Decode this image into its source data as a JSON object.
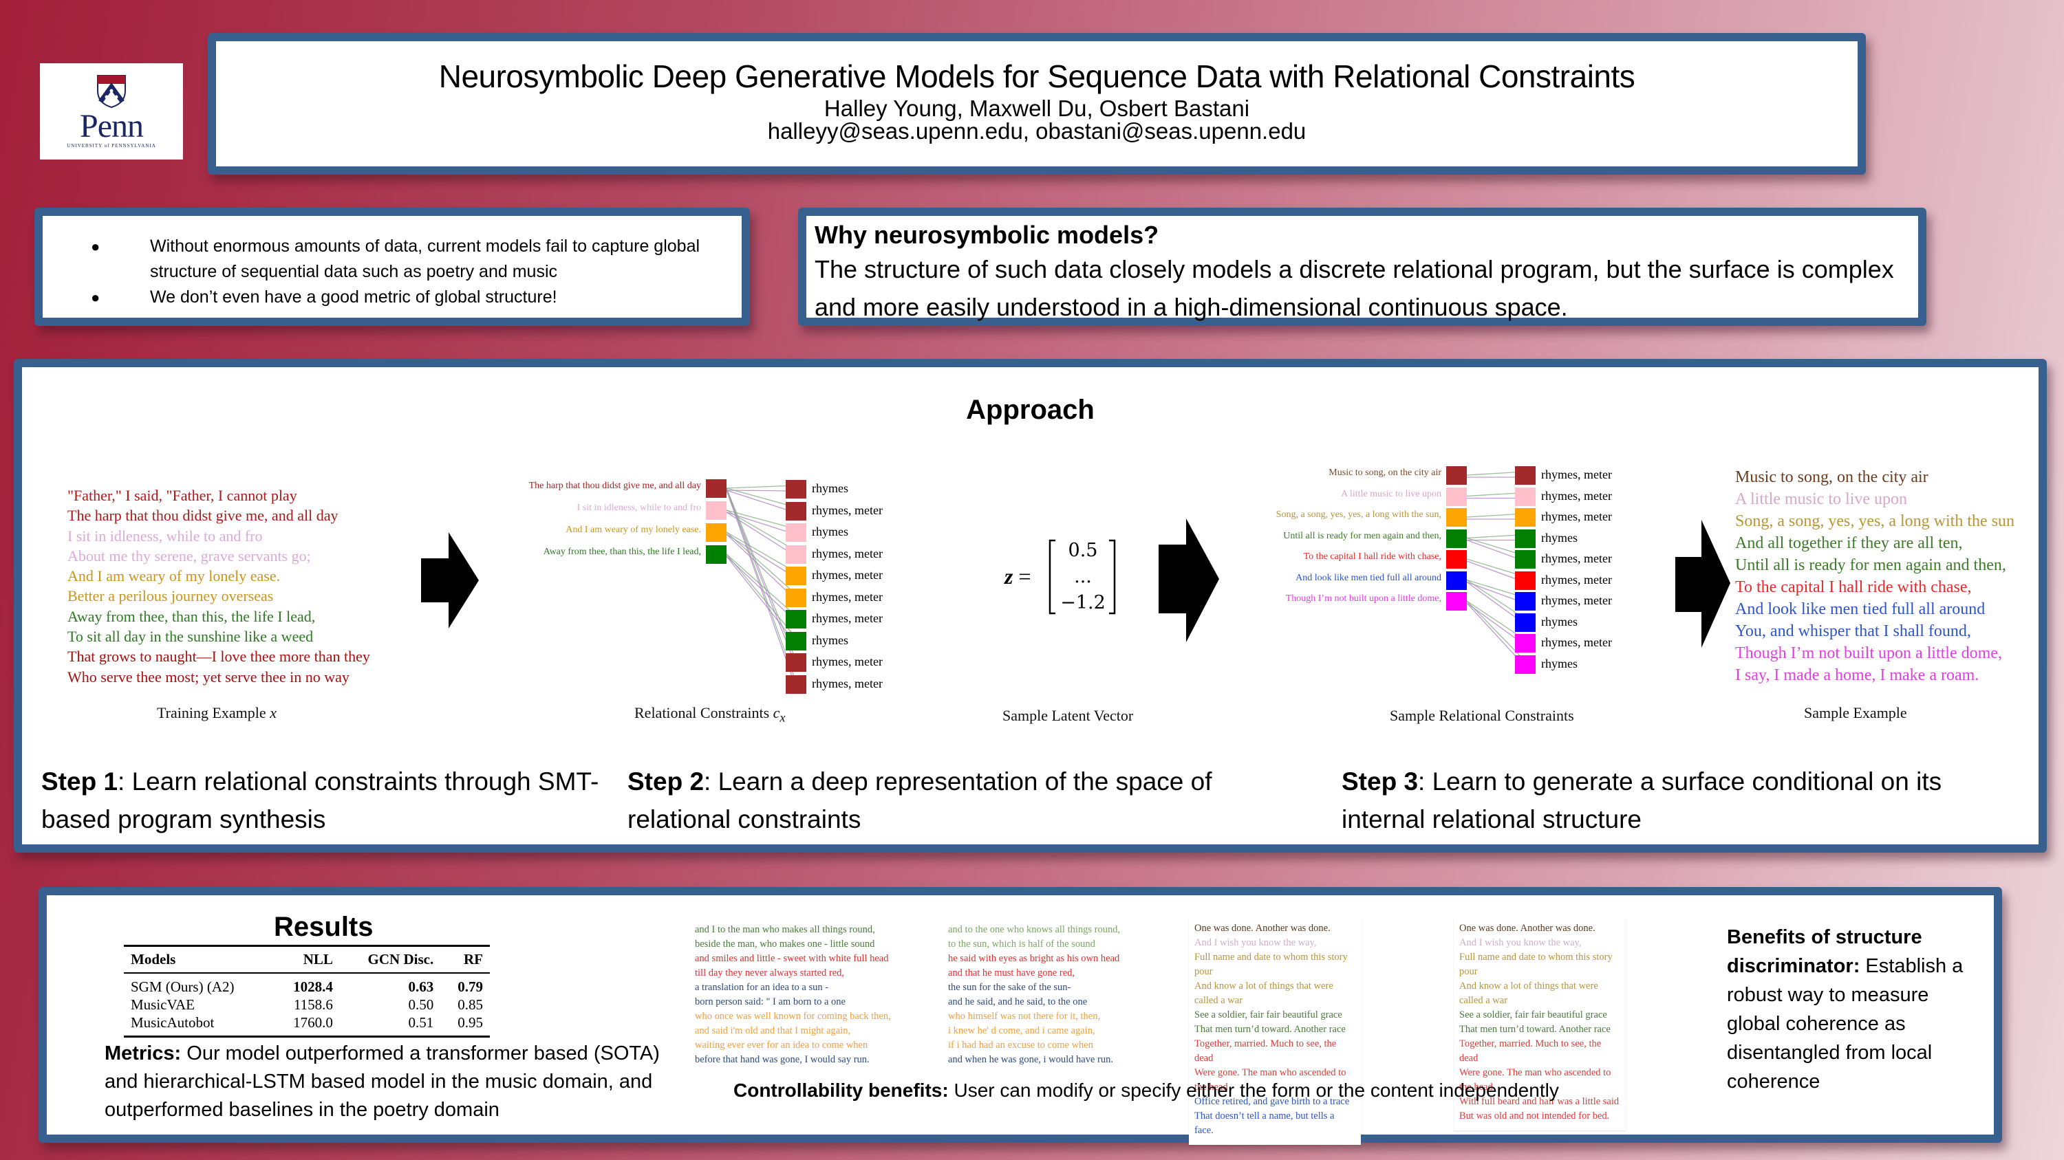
{
  "logo": {
    "wordmark": "Penn",
    "subtitle": "UNIVERSITY of PENNSYLVANIA",
    "colors": {
      "navy": "#1a2763",
      "red": "#a3172d"
    }
  },
  "header": {
    "title": "Neurosymbolic Deep Generative Models for Sequence Data with Relational Constraints",
    "authors": "Halley Young, Maxwell Du, Osbert Bastani",
    "emails": "halleyy@seas.upenn.edu, obastani@seas.upenn.edu"
  },
  "intro": {
    "bullet_glyph": "●",
    "bullets": [
      "Without enormous amounts of data, current models fail to capture global structure of sequential data such as poetry and music",
      "We don’t even have a good metric of global structure!"
    ]
  },
  "why": {
    "heading": "Why neurosymbolic models?",
    "body": "The structure of such data closely models a discrete relational program, but the surface is complex and more easily understood in a high-dimensional continuous space."
  },
  "approach": {
    "title": "Approach",
    "training_example": {
      "caption": "Training Example",
      "caption_var": "x",
      "lines": [
        {
          "text": "\"Father,\" I said, \"Father, I cannot play",
          "color": "#b01818"
        },
        {
          "text": "The harp that thou didst give me, and all day",
          "color": "#b01818"
        },
        {
          "text": "I sit in idleness, while to and fro",
          "color": "#dcaad8"
        },
        {
          "text": "About me thy serene, grave servants go;",
          "color": "#dcaad8"
        },
        {
          "text": "And I am weary of my lonely ease.",
          "color": "#c9961c"
        },
        {
          "text": "Better a perilous journey overseas",
          "color": "#c9961c"
        },
        {
          "text": "Away from thee, than this, the life I lead,",
          "color": "#2d7a22"
        },
        {
          "text": "To sit all day in the sunshine like a weed",
          "color": "#2d7a22"
        },
        {
          "text": "That grows to naught—I love thee more than they",
          "color": "#a80f0f"
        },
        {
          "text": "Who serve thee most; yet serve thee in no way",
          "color": "#a80f0f"
        }
      ]
    },
    "relational_constraints": {
      "caption": "Relational Constraints",
      "caption_var": "c",
      "caption_sub": "x",
      "left_lines": [
        {
          "text": "The harp that thou didst give me, and all day",
          "color": "#a82222",
          "square": "#a32a2a"
        },
        {
          "text": "I sit in idleness, while to and fro",
          "color": "#dcaad8",
          "square": "#ffc0cb"
        },
        {
          "text": "And I am weary of my lonely ease.",
          "color": "#c9961c",
          "square": "#ffa500"
        },
        {
          "text": "Away from thee, than this, the life I lead,",
          "color": "#2d7a22",
          "square": "#007f00"
        }
      ],
      "right_items": [
        {
          "label": "rhymes",
          "square": "#a32a2a"
        },
        {
          "label": "rhymes, meter",
          "square": "#a32a2a"
        },
        {
          "label": "rhymes",
          "square": "#ffc0cb"
        },
        {
          "label": "rhymes, meter",
          "square": "#ffc0cb"
        },
        {
          "label": "rhymes, meter",
          "square": "#ffa500"
        },
        {
          "label": "rhymes, meter",
          "square": "#ffa500"
        },
        {
          "label": "rhymes, meter",
          "square": "#007f00"
        },
        {
          "label": "rhymes",
          "square": "#007f00"
        },
        {
          "label": "rhymes, meter",
          "square": "#a32a2a"
        },
        {
          "label": "rhymes, meter",
          "square": "#a32a2a"
        }
      ]
    },
    "latent_vector": {
      "caption": "Sample Latent Vector",
      "var": "z",
      "values": [
        "0.5",
        "...",
        "−1.2"
      ]
    },
    "sample_constraints": {
      "caption": "Sample Relational Constraints",
      "left_lines": [
        {
          "text": "Music to song, on the city air",
          "color": "#7a4a2a",
          "square": "#a32a2a"
        },
        {
          "text": "A little music to live upon",
          "color": "#d8a8c8",
          "square": "#ffc0cb"
        },
        {
          "text": "Song, a song, yes, yes, a long with the sun,",
          "color": "#b8953a",
          "square": "#ffa500"
        },
        {
          "text": "Until all is ready for men again and then,",
          "color": "#3d7a2a",
          "square": "#007f00"
        },
        {
          "text": "To the capital I hall ride with chase,",
          "color": "#e82a2a",
          "square": "#ff0000"
        },
        {
          "text": "And look like men tied full all around",
          "color": "#2d55c8",
          "square": "#0000ff"
        },
        {
          "text": "Though I’m not built upon a little dome,",
          "color": "#e040e0",
          "square": "#ff00ff"
        }
      ],
      "right_items": [
        {
          "label": "rhymes, meter",
          "square": "#a32a2a"
        },
        {
          "label": "rhymes, meter",
          "square": "#ffc0cb"
        },
        {
          "label": "rhymes, meter",
          "square": "#ffa500"
        },
        {
          "label": "rhymes",
          "square": "#007f00"
        },
        {
          "label": "rhymes, meter",
          "square": "#007f00"
        },
        {
          "label": "rhymes, meter",
          "square": "#ff0000"
        },
        {
          "label": "rhymes, meter",
          "square": "#0000ff"
        },
        {
          "label": "rhymes",
          "square": "#0000ff"
        },
        {
          "label": "rhymes, meter",
          "square": "#ff00ff"
        },
        {
          "label": "rhymes",
          "square": "#ff00ff"
        }
      ]
    },
    "sample_example": {
      "caption": "Sample Example",
      "lines": [
        {
          "text": "Music to song, on the city air",
          "color": "#6b3d1e"
        },
        {
          "text": "A little music to live upon",
          "color": "#d8a8c8"
        },
        {
          "text": "Song, a song, yes, yes, a long with the sun",
          "color": "#b8953a"
        },
        {
          "text": "And all together if they are all ten,",
          "color": "#3d7a2a"
        },
        {
          "text": "Until all is ready for men again and then,",
          "color": "#3d7a2a"
        },
        {
          "text": "To the capital I hall ride with chase,",
          "color": "#e82a2a"
        },
        {
          "text": "And look like men tied full all around",
          "color": "#2d55c8"
        },
        {
          "text": "You, and whisper that I shall found,",
          "color": "#2d55c8"
        },
        {
          "text": "Though I’m not built upon a little dome,",
          "color": "#e040e0"
        },
        {
          "text": "I say, I made a home, I make a roam.",
          "color": "#e040e0"
        }
      ]
    },
    "steps": [
      {
        "label": "Step 1",
        "text": ": Learn relational constraints through SMT-based program synthesis"
      },
      {
        "label": "Step 2",
        "text": ": Learn a deep representation of the space of relational constraints"
      },
      {
        "label": "Step 3",
        "text": ": Learn to generate a surface conditional on its internal relational structure"
      }
    ]
  },
  "results": {
    "title": "Results",
    "table": {
      "columns": [
        "Models",
        "NLL",
        "GCN Disc.",
        "RF"
      ],
      "rows": [
        {
          "cells": [
            "SGM (Ours) (A2)",
            "1028.4",
            "0.63",
            "0.79"
          ],
          "best": [
            false,
            true,
            true,
            true
          ]
        },
        {
          "cells": [
            "MusicVAE",
            "1158.6",
            "0.50",
            "0.85"
          ],
          "best": [
            false,
            false,
            false,
            false
          ]
        },
        {
          "cells": [
            "MusicAutobot",
            "1760.0",
            "0.51",
            "0.95"
          ],
          "best": [
            false,
            false,
            false,
            false
          ]
        }
      ]
    },
    "metrics_label": "Metrics:",
    "metrics_text": " Our model outperformed a transformer based (SOTA)  and hierarchical-LSTM based model in the music domain, and outperformed baselines in the poetry domain",
    "generated_poems": [
      {
        "lines": [
          {
            "text": "and I to the man who makes all things round,",
            "color": "#4a7a3a"
          },
          {
            "text": "beside the man, who makes one - little sound",
            "color": "#4a7a3a"
          },
          {
            "text": "and smiles and little - sweet with white full head",
            "color": "#e03030"
          },
          {
            "text": "till day they never always started red,",
            "color": "#e03030"
          },
          {
            "text": "a translation for an idea to a sun -",
            "color": "#2d4a80"
          },
          {
            "text": "born person said: \" I am born to a one",
            "color": "#2d4a80"
          },
          {
            "text": "who once was well known for coming back then,",
            "color": "#f0a040"
          },
          {
            "text": "and said i'm old and that I might again,",
            "color": "#f0a040"
          },
          {
            "text": "waiting ever ever for an idea to come when",
            "color": "#f0a040"
          },
          {
            "text": "before that hand was gone, I would say run.",
            "color": "#2d4a80"
          }
        ]
      },
      {
        "lines": [
          {
            "text": "and to the one who knows all things round,",
            "color": "#7aa860"
          },
          {
            "text": "to the sun, which is half of the sound",
            "color": "#7aa860"
          },
          {
            "text": "he said with eyes as bright as his own head",
            "color": "#e03030"
          },
          {
            "text": "and that he must have gone red,",
            "color": "#e03030"
          },
          {
            "text": "the sun for the sake of the sun-",
            "color": "#2d4a80"
          },
          {
            "text": "and he said, and he said, to the one",
            "color": "#2d4a80"
          },
          {
            "text": "who himself was not there for it, then,",
            "color": "#f0a040"
          },
          {
            "text": "i knew he' d come, and i came again,",
            "color": "#f0a040"
          },
          {
            "text": "if i had had an excuse to come when",
            "color": "#f0a040"
          },
          {
            "text": "and when he was gone, i would have run.",
            "color": "#2d4a80"
          }
        ]
      },
      {
        "lines": [
          {
            "text": "One was done. Another was done.",
            "color": "#5a3a20"
          },
          {
            "text": "And I wish you know the way,",
            "color": "#d0b0c8"
          },
          {
            "text": "Full name and date to whom this story pour",
            "color": "#b8953a"
          },
          {
            "text": "And know a lot of things that were called a war",
            "color": "#b8953a"
          },
          {
            "text": "See a soldier, fair fair beautiful grace",
            "color": "#4a7a3a"
          },
          {
            "text": "That men turn’d toward. Another race",
            "color": "#4a7a3a"
          },
          {
            "text": "Together, married. Much to see, the dead",
            "color": "#e03a3a"
          },
          {
            "text": "Were gone. The man who ascended to the head",
            "color": "#e03a3a"
          },
          {
            "text": "Office retired, and gave birth to a trace",
            "color": "#2d55c8"
          },
          {
            "text": "That doesn’t tell a name, but tells a face.",
            "color": "#2d55c8"
          }
        ]
      },
      {
        "lines": [
          {
            "text": "One was done. Another was done.",
            "color": "#5a3a20"
          },
          {
            "text": "And I wish you know the way,",
            "color": "#d0b0c8"
          },
          {
            "text": "Full name and date to whom this story pour",
            "color": "#b8953a"
          },
          {
            "text": "And know a lot of things that were called a war",
            "color": "#b8953a"
          },
          {
            "text": "See a soldier, fair fair beautiful grace",
            "color": "#4a7a3a"
          },
          {
            "text": "That men turn’d toward. Another race",
            "color": "#4a7a3a"
          },
          {
            "text": "Together, married. Much to see, the dead",
            "color": "#e03a3a"
          },
          {
            "text": "Were gone. The man who ascended to the head",
            "color": "#e03a3a"
          },
          {
            "text": "With full beard and hair was a little said",
            "color": "#e03a3a"
          },
          {
            "text": "But was old and not intended for bed.",
            "color": "#e03a3a"
          }
        ]
      }
    ],
    "controllability_label": "Controllability benefits:",
    "controllability_text": " User can modify or specify either the form or the content independently",
    "benefits_label": "Benefits of structure discriminator:",
    "benefits_text": " Establish a robust way to measure global coherence as disentangled from local coherence"
  }
}
